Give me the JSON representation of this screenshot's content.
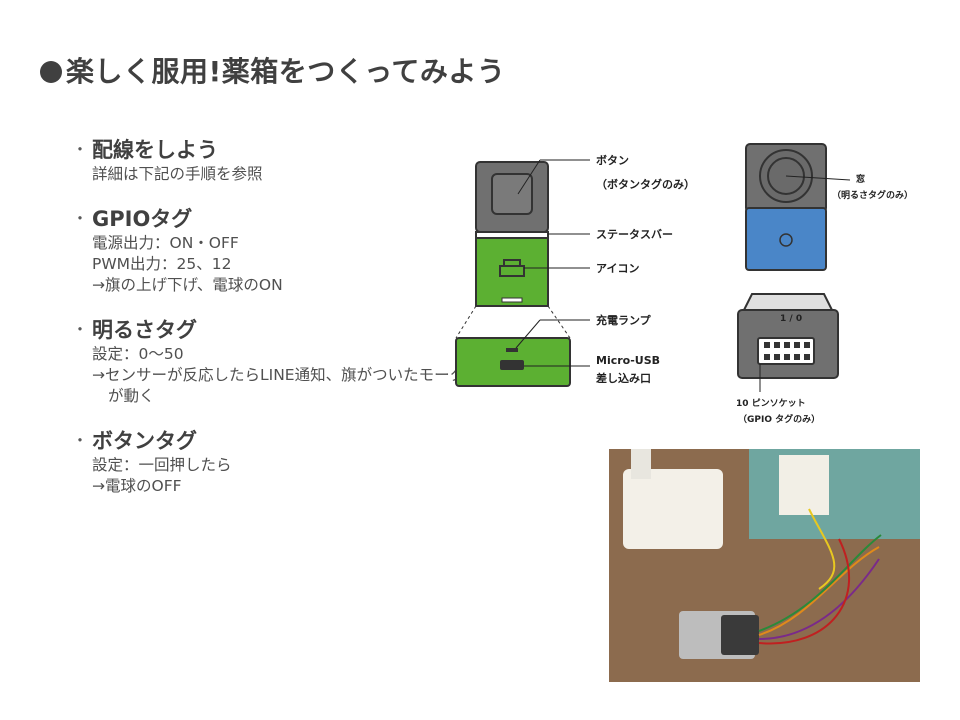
{
  "title": "楽しく服用!薬箱をつくってみよう",
  "sections": [
    {
      "bullet": "・",
      "heading": "配線をしよう",
      "lines": [
        "詳細は下記の手順を参照"
      ]
    },
    {
      "bullet": "・",
      "heading": "GPIOタグ",
      "lines": [
        "電源出力：ON・OFF",
        "PWM出力：25、12",
        "→旗の上げ下げ、電球のON"
      ]
    },
    {
      "bullet": "・",
      "heading": "明るさタグ",
      "lines": [
        "設定：0～50",
        "→センサーが反応したらLINE通知、旗がついたモーター",
        "が動く"
      ]
    },
    {
      "bullet": "・",
      "heading": "ボタンタグ",
      "lines": [
        "設定：一回押したら",
        "→電球のOFF"
      ]
    }
  ],
  "diagram": {
    "labels": {
      "button": "ボタン",
      "button_note": "（ボタンタグのみ）",
      "status_bar": "ステータスバー",
      "icon": "アイコン",
      "charge_lamp": "充電ランプ",
      "usb": "Micro-USB",
      "usb2": "差し込み口",
      "window": "窓",
      "window_note": "（明るさタグのみ）",
      "pin_label": "1 / 0",
      "socket": "10 ピンソケット",
      "socket_note": "（GPIO タグのみ）"
    },
    "colors": {
      "gray": "#707070",
      "green": "#5cb032",
      "blue": "#4a86c8"
    }
  }
}
